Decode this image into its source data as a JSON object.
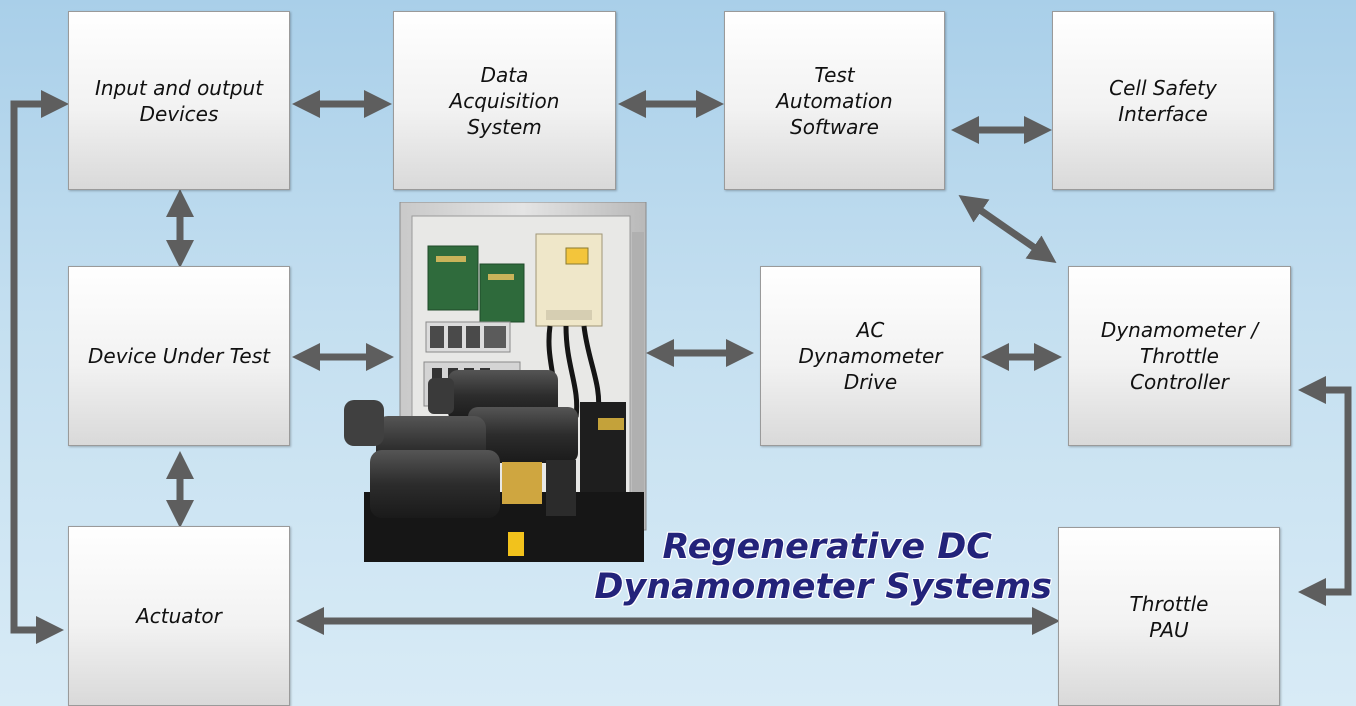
{
  "boxes": {
    "io_devices": "Input and output\nDevices",
    "daq": "Data\nAcquisition\nSystem",
    "test_automation": "Test\nAutomation\nSoftware",
    "cell_safety": "Cell Safety\nInterface",
    "dut": "Device Under Test",
    "ac_drive": "AC\nDynamometer\nDrive",
    "controller": "Dynamometer /\nThrottle\nController",
    "actuator": "Actuator",
    "throttle_pau": "Throttle\nPAU"
  },
  "title": {
    "line1": "Regenerative DC",
    "line2": "Dynamometer Systems"
  },
  "colors": {
    "arrow": "#5e5e5e",
    "title": "#23237a",
    "background_top": "#a9cfe9",
    "background_bottom": "#d8ebf6"
  }
}
